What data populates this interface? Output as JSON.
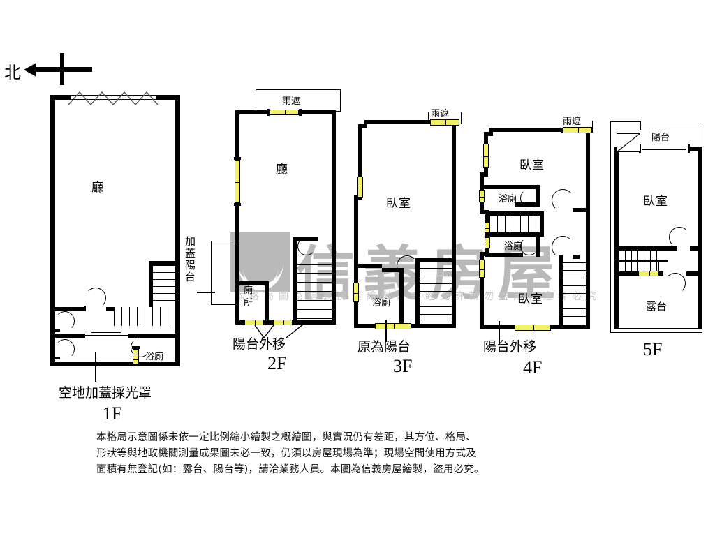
{
  "meta": {
    "doc_type": "floor-plan",
    "compass_label": "北"
  },
  "watermark": {
    "brand": "信義房屋",
    "line": "本格局圖為信義房屋繪製，未經允許請勿盜用，違者必究"
  },
  "floors": [
    {
      "id": "1F",
      "name": "1F",
      "rooms": [
        {
          "key": "living",
          "label": "廳"
        },
        {
          "key": "bath",
          "label": "浴廁"
        }
      ],
      "annotations": [
        {
          "key": "skylight",
          "label": "空地加蓋採光罩"
        },
        {
          "key": "covered-balcony",
          "label": "加蓋陽台",
          "orientation": "vertical"
        }
      ]
    },
    {
      "id": "2F",
      "name": "2F",
      "rooms": [
        {
          "key": "living",
          "label": "廳"
        },
        {
          "key": "toilet",
          "label": "廁所"
        }
      ],
      "annotations": [
        {
          "key": "rain-shelter",
          "label": "雨遮"
        },
        {
          "key": "balcony-moved",
          "label": "陽台外移"
        }
      ]
    },
    {
      "id": "3F",
      "name": "3F",
      "rooms": [
        {
          "key": "bedroom",
          "label": "臥室"
        },
        {
          "key": "bath",
          "label": "浴廁"
        }
      ],
      "annotations": [
        {
          "key": "rain-shelter",
          "label": "雨遮"
        },
        {
          "key": "was-balcony",
          "label": "原為陽台"
        }
      ]
    },
    {
      "id": "4F",
      "name": "4F",
      "rooms": [
        {
          "key": "bedroom-upper",
          "label": "臥室"
        },
        {
          "key": "bath-upper",
          "label": "浴廁"
        },
        {
          "key": "bath-lower",
          "label": "浴廁"
        },
        {
          "key": "bedroom-lower",
          "label": "臥室"
        }
      ],
      "annotations": [
        {
          "key": "rain-shelter",
          "label": "雨遮"
        },
        {
          "key": "balcony-moved",
          "label": "陽台外移"
        }
      ]
    },
    {
      "id": "5F",
      "name": "5F",
      "rooms": [
        {
          "key": "bedroom",
          "label": "臥室"
        }
      ],
      "annotations": [
        {
          "key": "balcony",
          "label": "陽台"
        },
        {
          "key": "terrace",
          "label": "露台"
        }
      ]
    }
  ],
  "disclaimer": {
    "line1": "本格局示意圖係未依一定比例縮小繪製之概繪圖，與實況仍有差距，其方位、格局、",
    "line2": "形狀等與地政機關測量成果圖未必一致，仍須以房屋現場為準；現場空間使用方式及",
    "line3": "面積有無登記(如：露台、陽台等)，請洽業務人員。本圖為信義房屋繪製，盜用必究。"
  },
  "colors": {
    "wall": "#000000",
    "window": "#f2ef6a",
    "watermark": "#b9b9b9",
    "background": "#ffffff"
  }
}
